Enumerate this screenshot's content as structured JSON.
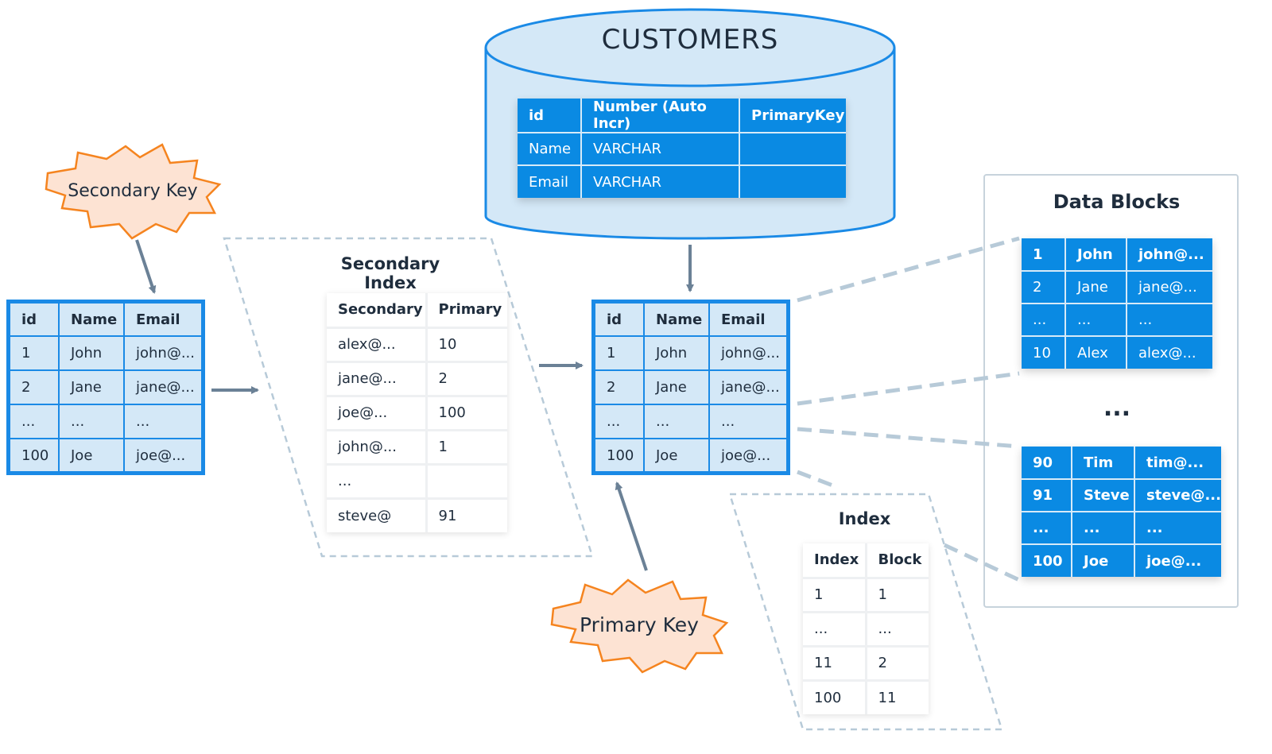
{
  "customers": {
    "title": "CUSTOMERS",
    "schema": [
      [
        "id",
        "Number (Auto Incr)",
        "PrimaryKey"
      ],
      [
        "Name",
        "VARCHAR",
        ""
      ],
      [
        "Email",
        "VARCHAR",
        ""
      ]
    ]
  },
  "secondary_key": {
    "label": "Secondary Key"
  },
  "primary_key": {
    "label": "Primary Key"
  },
  "source_table": {
    "headers": [
      "id",
      "Name",
      "Email"
    ],
    "rows": [
      [
        "1",
        "John",
        "john@..."
      ],
      [
        "2",
        "Jane",
        "jane@..."
      ],
      [
        "...",
        "...",
        "..."
      ],
      [
        "100",
        "Joe",
        "joe@..."
      ]
    ]
  },
  "secondary_index": {
    "title": "Secondary Index",
    "headers": [
      "Secondary",
      "Primary"
    ],
    "rows": [
      [
        "alex@...",
        "10"
      ],
      [
        "jane@...",
        "2"
      ],
      [
        "joe@...",
        "100"
      ],
      [
        "john@...",
        "1"
      ],
      [
        "...",
        ""
      ],
      [
        "steve@",
        "91"
      ]
    ]
  },
  "main_table": {
    "headers": [
      "id",
      "Name",
      "Email"
    ],
    "rows": [
      [
        "1",
        "John",
        "john@..."
      ],
      [
        "2",
        "Jane",
        "jane@..."
      ],
      [
        "...",
        "...",
        "..."
      ],
      [
        "100",
        "Joe",
        "joe@..."
      ]
    ]
  },
  "index": {
    "title": "Index",
    "headers": [
      "Index",
      "Block"
    ],
    "rows": [
      [
        "1",
        "1"
      ],
      [
        "...",
        "..."
      ],
      [
        "11",
        "2"
      ],
      [
        "100",
        "11"
      ]
    ]
  },
  "data_blocks": {
    "title": "Data Blocks",
    "ellipsis": "...",
    "block1": [
      [
        "1",
        "John",
        "john@..."
      ],
      [
        "2",
        "Jane",
        "jane@..."
      ],
      [
        "...",
        "...",
        "..."
      ],
      [
        "10",
        "Alex",
        "alex@..."
      ]
    ],
    "block2": [
      [
        "90",
        "Tim",
        "tim@..."
      ],
      [
        "91",
        "Steve",
        "steve@..."
      ],
      [
        "...",
        "...",
        "..."
      ],
      [
        "100",
        "Joe",
        "joe@..."
      ]
    ]
  },
  "colors": {
    "accent_blue": "#0a8ae3",
    "light_blue": "#d4e8f7",
    "burst_fill": "#fde3d3",
    "burst_stroke": "#f5841f",
    "arrow": "#6b8196",
    "dash": "#b7cad8"
  }
}
